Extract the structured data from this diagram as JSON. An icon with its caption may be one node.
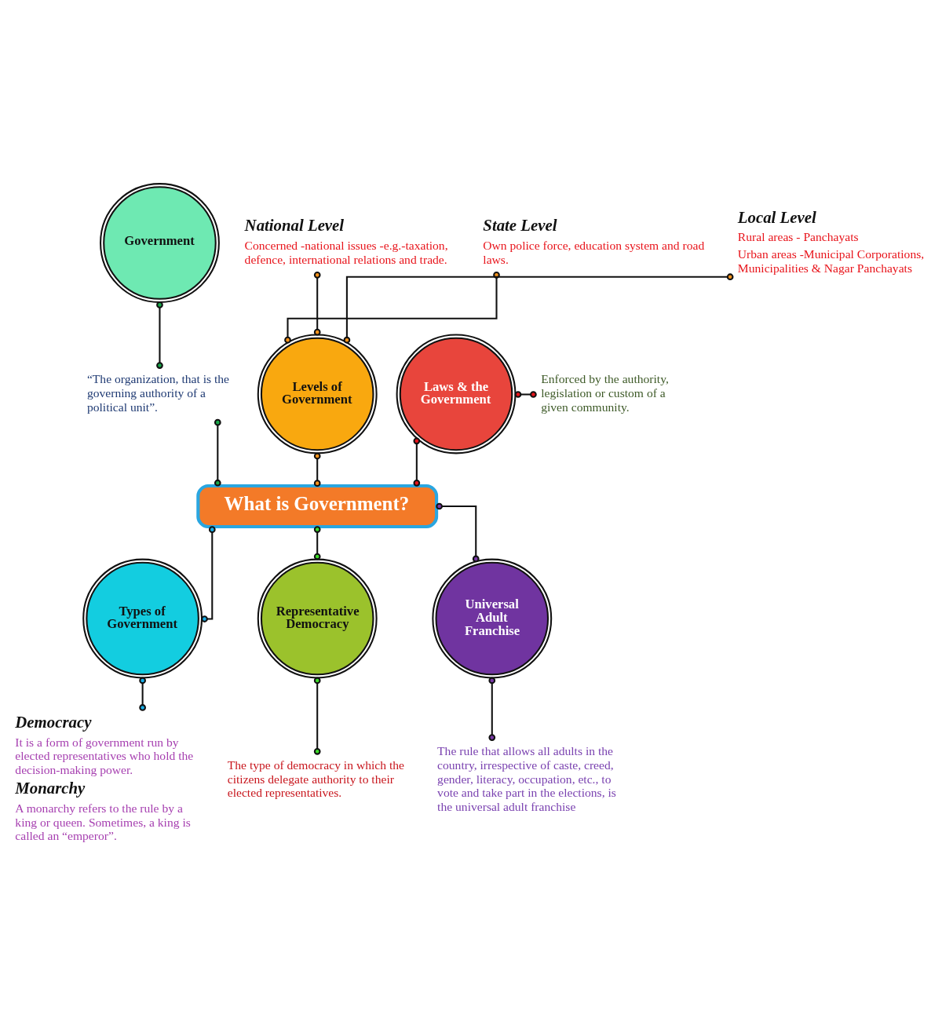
{
  "diagram": {
    "nodes": [
      {
        "text": [
          "Government"
        ]
      },
      {
        "text": [
          "“The organization, that is the governing authority of a political unit”."
        ]
      },
      {
        "text": [
          "Levels of Government"
        ]
      },
      {
        "text": [
          "National Level",
          "Concerned -national issues -e.g.-taxation, defence, international relations and trade."
        ]
      },
      {
        "text": [
          "State Level",
          "Own police force, education system and road laws."
        ]
      },
      {
        "text": [
          "Local Level",
          "Rural areas - Panchayats",
          "Urban areas -Municipal Corporations, Municipalities & Nagar Panchayats"
        ]
      },
      {
        "text": [
          "Laws & the Government"
        ]
      },
      {
        "text": [
          "Enforced by the authority, legislation or custom of a given community."
        ]
      },
      {
        "text": [
          "What is Government?"
        ]
      },
      {
        "text": [
          "Types of Government"
        ]
      },
      {
        "text": [
          "Democracy",
          "It is a form of government run by elected representatives who hold the decision-making power.",
          "Monarchy",
          "A monarchy refers to the rule by a king or queen. Sometimes, a king is called an “emperor”."
        ]
      },
      {
        "text": [
          "Representative Democracy"
        ]
      },
      {
        "text": [
          "The type of democracy in which the citizens delegate authority to their elected representatives."
        ]
      },
      {
        "text": [
          "Universal Adult Franchise"
        ]
      },
      {
        "text": [
          "The rule that allows all adults in the country, irrespective of caste, creed, gender, literacy, occupation, etc., to vote and take part in the elections, is the universal adult franchise"
        ]
      }
    ],
    "edges": [
      {
        "from": 0,
        "to": 1,
        "arrow": "other"
      },
      {
        "from": 1,
        "to": 8,
        "arrow": "other"
      },
      {
        "from": 2,
        "to": 3,
        "arrow": "other"
      },
      {
        "from": 2,
        "to": 4,
        "arrow": "other"
      },
      {
        "from": 2,
        "to": 5,
        "arrow": "other"
      },
      {
        "from": 2,
        "to": 8,
        "arrow": "other"
      },
      {
        "from": 6,
        "to": 7,
        "arrow": "other"
      },
      {
        "from": 6,
        "to": 8,
        "arrow": "other"
      },
      {
        "from": 8,
        "to": 9,
        "arrow": "other"
      },
      {
        "from": 9,
        "to": 10,
        "arrow": "other"
      },
      {
        "from": 8,
        "to": 11,
        "arrow": "other"
      },
      {
        "from": 11,
        "to": 12,
        "arrow": "other"
      },
      {
        "from": 8,
        "to": 13,
        "arrow": "other"
      },
      {
        "from": 13,
        "to": 14,
        "arrow": "other"
      }
    ]
  }
}
